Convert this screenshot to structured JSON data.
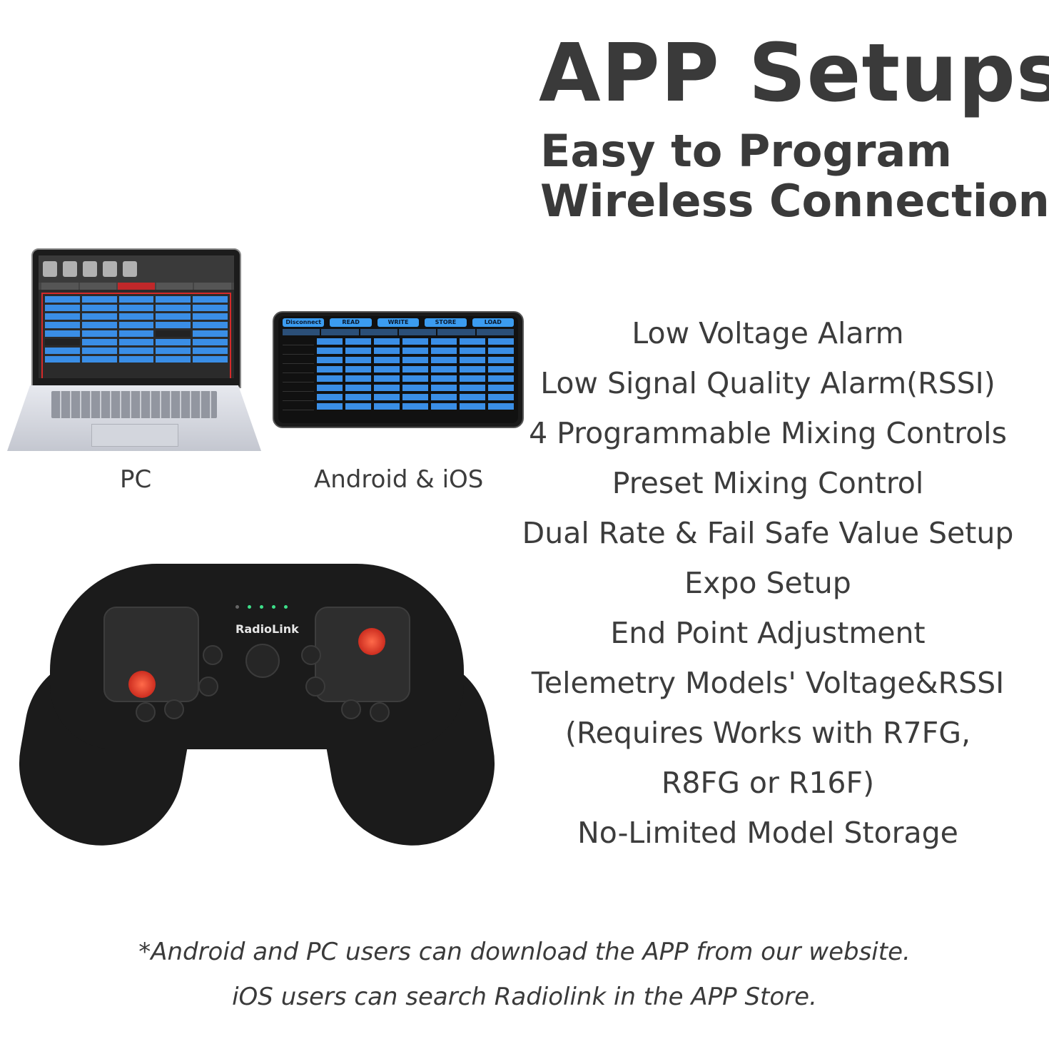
{
  "header": {
    "title": "APP Setups",
    "subtitle_line1": "Easy to Program",
    "subtitle_line2": "Wireless Connection"
  },
  "features": [
    "Low Voltage Alarm",
    "Low Signal Quality Alarm(RSSI)",
    "4 Programmable Mixing Controls",
    "Preset Mixing Control",
    "Dual Rate & Fail Safe Value Setup",
    "Expo Setup",
    "End Point Adjustment",
    "Telemetry Models' Voltage&RSSI",
    "(Requires Works with R7FG,",
    "R8FG or R16F)",
    "No-Limited Model Storage"
  ],
  "captions": {
    "pc": "PC",
    "mobile": "Android & iOS"
  },
  "phone_app": {
    "buttons": [
      "Disconnect",
      "READ",
      "WRITE",
      "STORE",
      "LOAD"
    ]
  },
  "controller": {
    "brand": "RadioLink"
  },
  "footnote": {
    "line1": "*Android and PC users can download the APP from our website.",
    "line2": "iOS users can search Radiolink in the APP Store."
  }
}
